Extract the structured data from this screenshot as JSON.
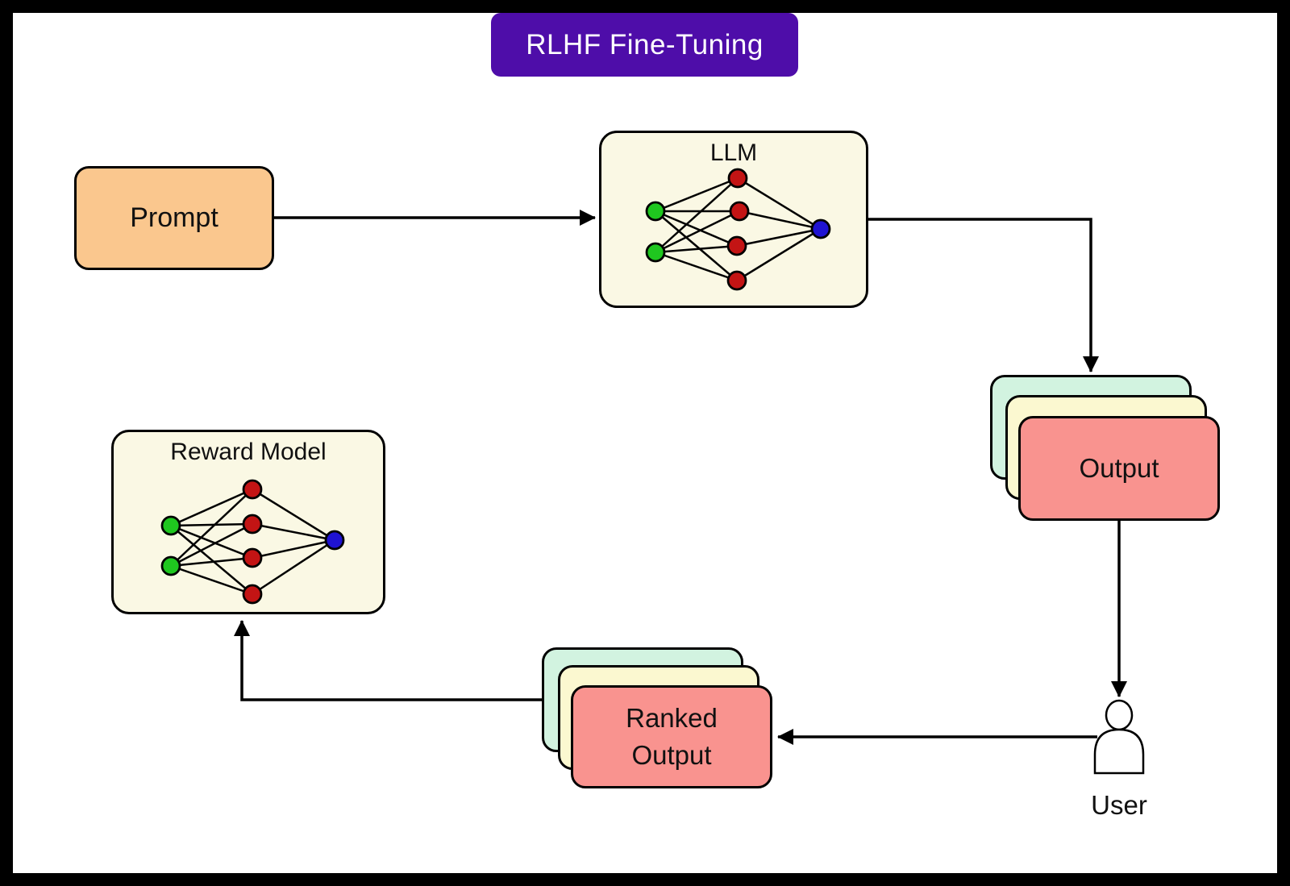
{
  "diagram": {
    "title": "RLHF Fine-Tuning",
    "nodes": {
      "prompt": "Prompt",
      "llm": "LLM",
      "output": "Output",
      "user": "User",
      "ranked_output": "Ranked Output",
      "reward_model": "Reward Model"
    },
    "flow": [
      {
        "from": "Prompt",
        "to": "LLM"
      },
      {
        "from": "LLM",
        "to": "Output"
      },
      {
        "from": "Output",
        "to": "User"
      },
      {
        "from": "User",
        "to": "Ranked Output"
      },
      {
        "from": "Ranked Output",
        "to": "Reward Model"
      }
    ],
    "networks": {
      "llm": {
        "input_nodes": 2,
        "hidden_nodes": 4,
        "output_nodes": 1,
        "fully_connected": true
      },
      "reward_model": {
        "input_nodes": 2,
        "hidden_nodes": 4,
        "output_nodes": 1,
        "fully_connected": true
      }
    },
    "stacks": {
      "output": {
        "card_count": 3
      },
      "ranked_output": {
        "card_count": 3
      }
    }
  },
  "colors": {
    "frame": "#000000",
    "canvas_bg": "#ffffff",
    "banner_bg": "#4e0da9",
    "banner_text": "#ffffff",
    "prompt_fill": "#fac78e",
    "model_fill": "#faf8e4",
    "card_mint": "#d2f3e0",
    "card_yellow": "#fbf8d0",
    "card_pink": "#f9938f",
    "node_green": "#1fc71f",
    "node_red": "#c31414",
    "node_blue": "#1f13d2",
    "line": "#000000"
  }
}
